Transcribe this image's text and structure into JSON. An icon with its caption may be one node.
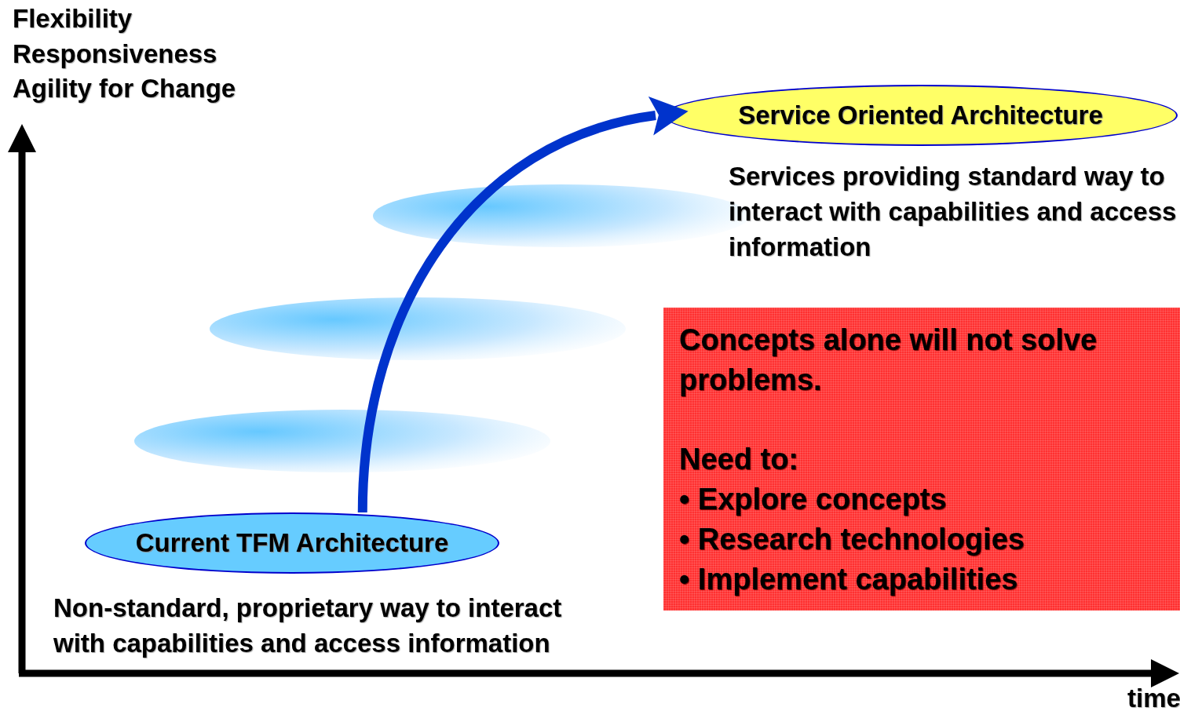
{
  "diagram": {
    "nodes": [
      {
        "text": [
          "Current TFM Architecture"
        ],
        "beside": [
          "Non-standard, proprietary way to interact with capabilities and access information"
        ]
      },
      {
        "text": [
          "Service Oriented Architecture"
        ],
        "beside": [
          "Services providing standard way to interact with capabilities and access information"
        ]
      },
      {
        "text": [
          "Concepts alone will not solve problems.",
          "Need to:",
          "• Explore concepts",
          "• Research technologies",
          "• Implement capabilities"
        ]
      }
    ],
    "edges": [
      {
        "from": 0,
        "to": 1,
        "arrow": "to",
        "color": "#0033cc"
      }
    ],
    "labels": [
      "Flexibility",
      "Responsiveness",
      "Agility for Change",
      "time"
    ]
  }
}
